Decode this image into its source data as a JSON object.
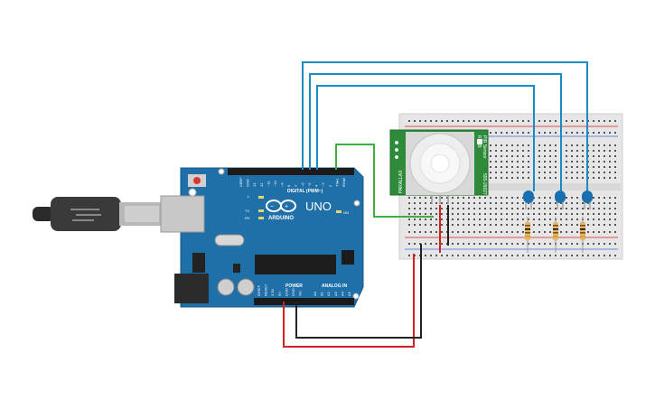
{
  "board": {
    "brand": "ARDUINO",
    "model": "UNO",
    "digital_header_label": "DIGITAL (PWM~)",
    "power_label": "POWER",
    "analog_label": "ANALOG IN",
    "digital_pins": [
      "AREF",
      "GND",
      "13",
      "12",
      "~11",
      "~10",
      "~9",
      "8",
      "7",
      "~6",
      "~5",
      "4",
      "~3",
      "2",
      "TX▸1",
      "RX◂0"
    ],
    "power_pins": [
      "IOREF",
      "RESET",
      "3.3V",
      "5V",
      "GND",
      "GND",
      "Vin"
    ],
    "analog_pins": [
      "A0",
      "A1",
      "A2",
      "A3",
      "A4",
      "A5"
    ],
    "led_labels": [
      "L",
      "TX",
      "RX"
    ],
    "on_label": "ON"
  },
  "sensor": {
    "labels": [
      "PIR Sensor",
      "Rev B",
      "555-28027",
      "PARALLAX"
    ]
  },
  "leds": {
    "count": 3,
    "color": "#1a6fb0"
  },
  "resistors": {
    "count": 3
  },
  "colors": {
    "board": "#1f6fa8",
    "breadboard": "#e9e9e9",
    "wire_blue": "#1a8bc9",
    "wire_green": "#3cb043",
    "wire_red": "#d62020",
    "wire_black": "#222222",
    "sensor_board": "#2e8b3a"
  }
}
